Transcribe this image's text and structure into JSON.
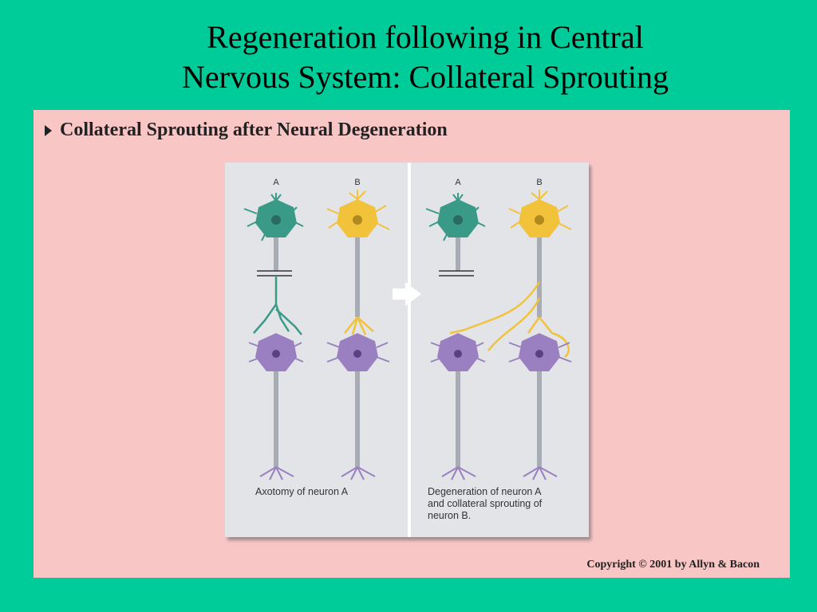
{
  "title": {
    "line1": "Regeneration following in Central",
    "line2": "Nervous System:  Collateral Sprouting"
  },
  "figure": {
    "heading": "Collateral Sprouting after Neural Degeneration",
    "left_panel": {
      "label_a": "A",
      "label_b": "B",
      "caption": "Axotomy of neuron A"
    },
    "right_panel": {
      "label_a": "A",
      "label_b": "B",
      "caption": "Degeneration of neuron A\nand collateral sprouting of\nneuron B."
    },
    "copyright": "Copyright © 2001 by Allyn & Bacon"
  },
  "colors": {
    "background": "#00cc99",
    "figure_panel": "#f9c6c6",
    "diagram_card": "#e2e4e8",
    "neuron_a": "#3a9a88",
    "neuron_b": "#f2c23a",
    "postsynaptic": "#9a80c0",
    "axon": "#a8acb4"
  }
}
